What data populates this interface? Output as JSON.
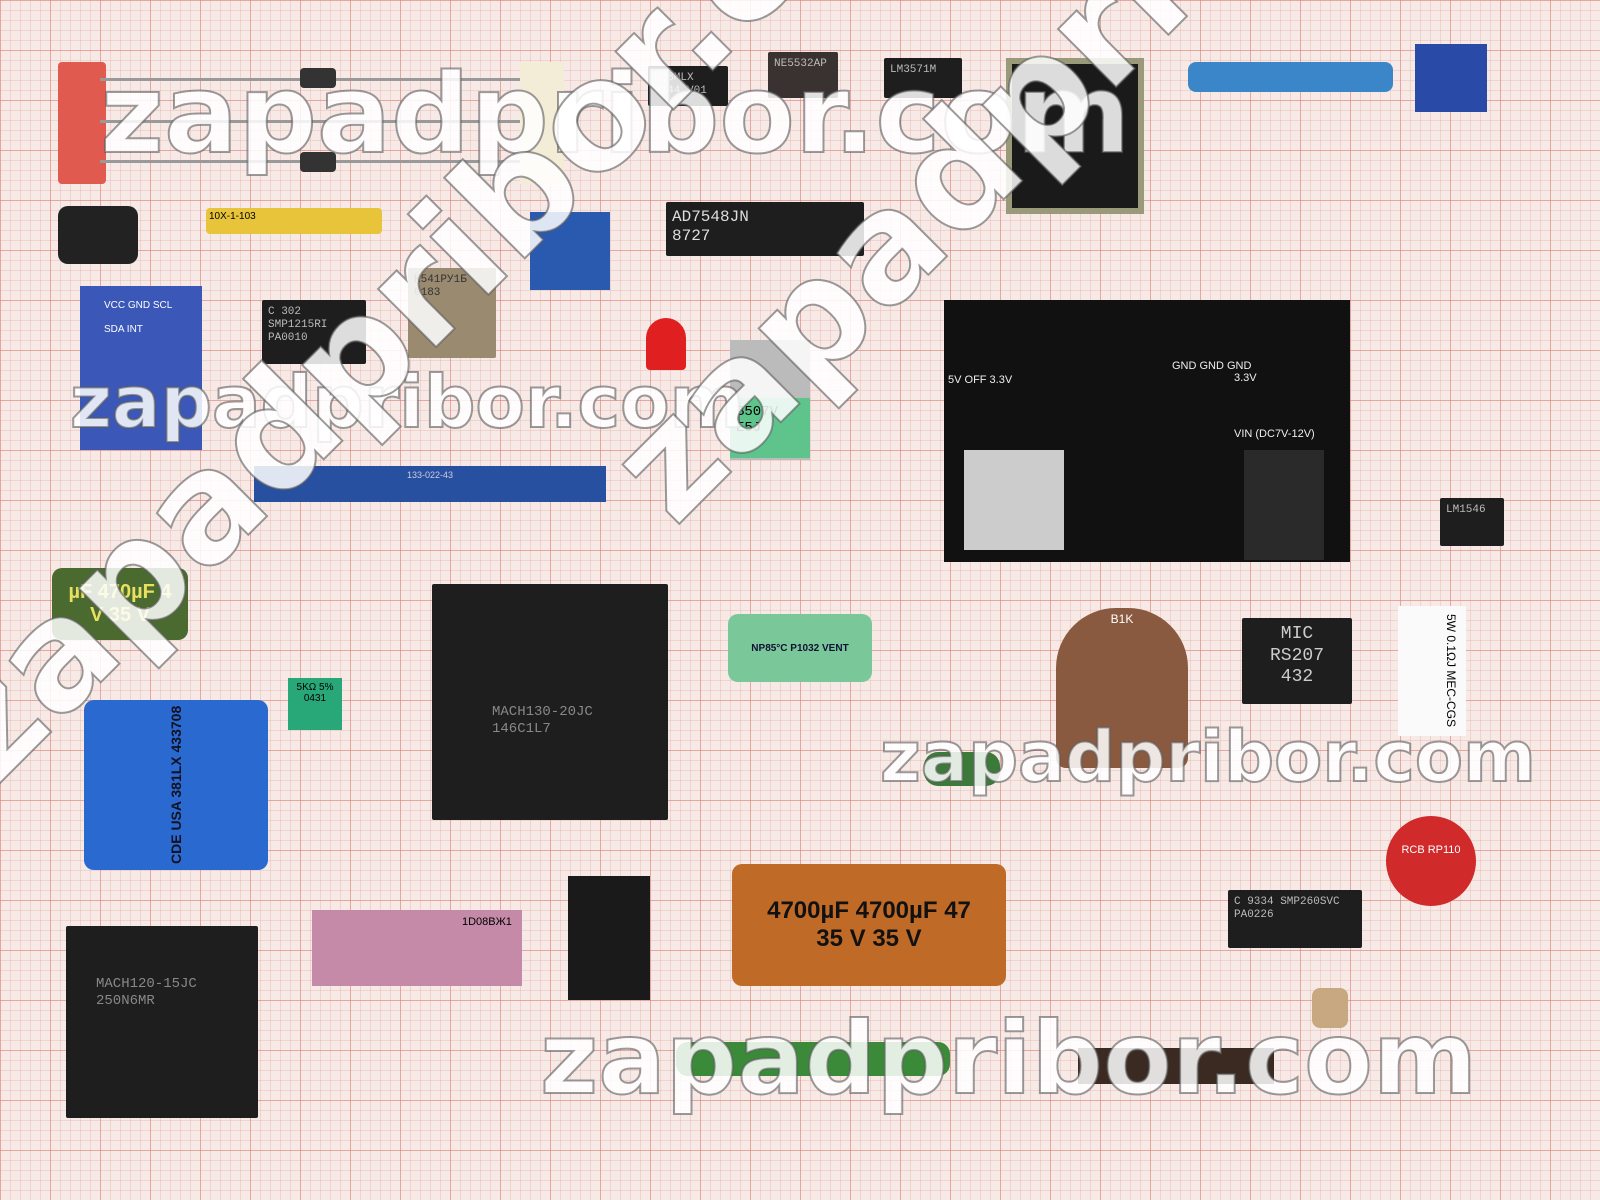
{
  "watermarks": [
    "zapadpribor.com",
    "zapadpribor.com",
    "zapadpribor.com",
    "zapadpribor.com",
    "zapadpribor.com",
    "zapadpribor.com"
  ],
  "components": {
    "ic_rq8mlx": "RQ8MLX 2144 V01",
    "ic_ne5532": "NE5532AP",
    "ic_lm3571": "LM3571M",
    "ic_ad7548": "AD7548JN",
    "ic_ad7548_code": "8727",
    "resistor_network": "10X-1-103",
    "sensor_pins": "VCC GND SCL SDA INT",
    "ic_smp1215": "C 302 SMP1215RI PA0010",
    "ic_k541": "К541РУ1Б 0183",
    "edge_connector": "133-022-43",
    "transistor_b507": "B507V E5J",
    "power_board_vin": "VIN (DC7V-12V)",
    "power_board_33": "3.3V",
    "power_board_5v": "5V OFF 3.3V",
    "power_board_gnd": "GND GND GND",
    "ic_lm1546": "LM1546",
    "cap_470": "µF 470µF 4",
    "cap_470_v": "V 35 V",
    "plcc_mach130": "MACH130-20JC",
    "plcc_mach130_code": "146C1L7",
    "trimmer_5k": "5KΩ 5% 0431",
    "cap_np": "NP85°C P1032 VENT",
    "pot_b1k": "B1K",
    "bridge_mic": "MIC",
    "bridge_rs207": "RS207",
    "bridge_code": "432",
    "resistor_5w": "5W 0.1ΩJ MEC-CGS",
    "cap_cde": "CDE USA 381LX 433708",
    "plcc_mach120": "MACH120-15JC",
    "plcc_mach120_code": "250N6MR",
    "ic_1d08": "1D08BЖ1",
    "cap_4700": "4700µF 4700µF 47",
    "cap_4700_v": "35 V 35 V",
    "ic_smp260": "C 9334 SMP260SVC PA0226",
    "varistor": "RCB RP110"
  }
}
